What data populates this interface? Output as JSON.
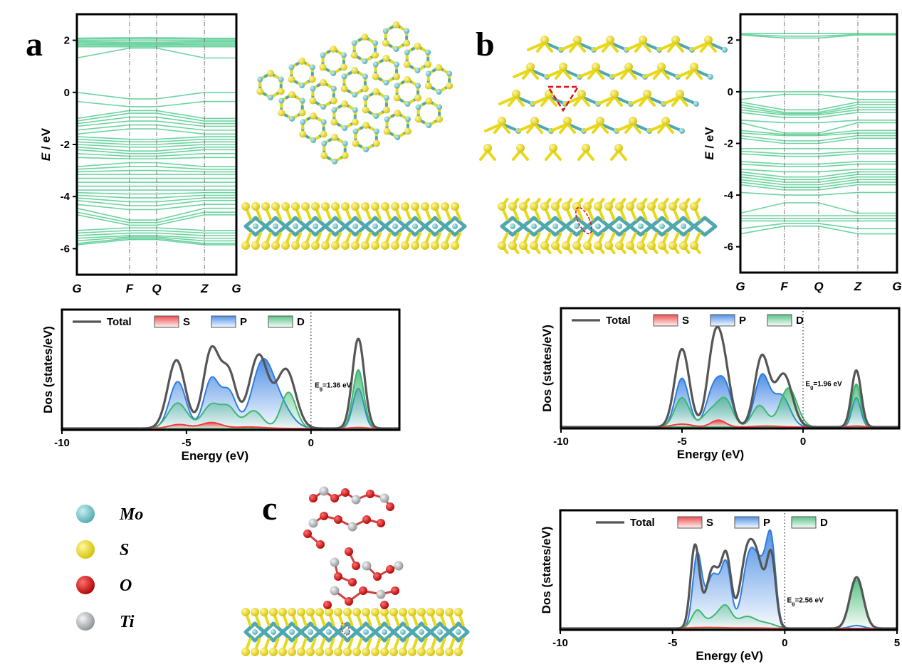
{
  "figure": {
    "panel_labels": [
      "a",
      "b",
      "c"
    ],
    "element_legend": [
      {
        "symbol": "Mo",
        "color": "#6ec6cc"
      },
      {
        "symbol": "S",
        "color": "#f2e21a"
      },
      {
        "symbol": "O",
        "color": "#e01010"
      },
      {
        "symbol": "Ti",
        "color": "#c4c8cc"
      }
    ],
    "colors": {
      "band": "#6dd3a0",
      "total": "#555555",
      "s": "#ee3b3b",
      "p": "#2f7ce0",
      "d": "#3cb870"
    }
  },
  "chart_data": [
    {
      "id": "band_a",
      "type": "line",
      "title": "",
      "xlabel": "",
      "ylabel": "E / eV",
      "ylabel_italic_part": "E",
      "ylabel_rest": " / eV",
      "ylim": [
        -7,
        3
      ],
      "yticks": [
        2,
        0,
        -2,
        -4,
        -6
      ],
      "kpoints": [
        "G",
        "F",
        "Q",
        "Z",
        "G"
      ],
      "kpoint_positions": [
        0,
        0.33,
        0.5,
        0.8,
        1.0
      ],
      "grid": false,
      "conduction_bands_ev": [
        2.08,
        2.05,
        2.0,
        1.95,
        1.9,
        1.85,
        1.8,
        1.75,
        1.32
      ],
      "conduction_bands_at_F": [
        2.1,
        2.05,
        1.98,
        1.92,
        1.88,
        1.84,
        1.8,
        1.75,
        1.7
      ],
      "valence_band_groups": [
        {
          "at_G": [
            0.0,
            -0.35
          ],
          "at_F": [
            -0.25,
            -0.55
          ]
        },
        {
          "at_G": [
            -1.0,
            -1.1,
            -1.2,
            -1.3,
            -1.45,
            -1.6,
            -1.7,
            -1.8,
            -1.9,
            -2.0,
            -2.1,
            -2.2,
            -2.35,
            -2.5
          ],
          "at_F": [
            -0.7,
            -0.8,
            -0.95,
            -1.1,
            -1.25,
            -1.4,
            -1.8,
            -1.9,
            -2.0,
            -2.1,
            -2.25,
            -2.35,
            -2.45,
            -2.55
          ]
        },
        {
          "at_G": [
            -2.85,
            -2.95,
            -3.05,
            -3.15,
            -3.3,
            -3.45,
            -3.6,
            -3.75,
            -3.85,
            -3.95,
            -4.05,
            -4.15,
            -4.3,
            -4.45,
            -4.6,
            -4.7
          ],
          "at_F": [
            -2.7,
            -2.85,
            -3.0,
            -3.15,
            -3.3,
            -3.45,
            -3.6,
            -3.75,
            -3.9,
            -4.05,
            -4.2,
            -4.35,
            -4.5,
            -4.9,
            -5.0,
            -5.1
          ]
        },
        {
          "at_G": [
            -5.3,
            -5.4,
            -5.5,
            -5.6,
            -5.7,
            -5.8,
            -5.85
          ],
          "at_F": [
            -5.2,
            -5.3,
            -5.4,
            -5.5,
            -5.55,
            -5.6,
            -5.65
          ]
        }
      ]
    },
    {
      "id": "band_b",
      "type": "line",
      "title": "",
      "xlabel": "",
      "ylabel": "E / eV",
      "ylabel_italic_part": "E",
      "ylabel_rest": " / eV",
      "ylim": [
        -7,
        3
      ],
      "yticks": [
        2,
        0,
        -2,
        -4,
        -6
      ],
      "kpoints": [
        "G",
        "F",
        "Q",
        "Z",
        "G"
      ],
      "kpoint_positions": [
        0,
        0.28,
        0.5,
        0.75,
        1.0
      ],
      "grid": false,
      "conduction_bands_ev": [
        2.25,
        2.22,
        2.2
      ],
      "conduction_bands_at_F": [
        2.25,
        2.15,
        2.08
      ],
      "valence_band_groups": [
        {
          "at_G": [
            0.0,
            -0.3,
            -0.4,
            -0.5,
            -0.6,
            -0.7,
            -0.8
          ],
          "at_F": [
            0.0,
            -0.1,
            -0.7,
            -0.8,
            -0.85,
            -0.9,
            -1.0
          ]
        },
        {
          "at_G": [
            -1.1,
            -1.2,
            -1.5,
            -1.6,
            -1.7,
            -1.8
          ],
          "at_F": [
            -1.2,
            -1.6,
            -1.65,
            -1.7,
            -1.9,
            -2.0
          ]
        },
        {
          "at_G": [
            -2.2,
            -2.3,
            -2.4,
            -2.7,
            -2.8,
            -3.0,
            -3.1,
            -3.2,
            -3.3,
            -3.4,
            -3.5,
            -3.6
          ],
          "at_F": [
            -2.2,
            -2.4,
            -2.5,
            -2.8,
            -2.9,
            -3.1,
            -3.3,
            -3.4,
            -3.5,
            -3.6,
            -3.7,
            -3.8
          ]
        },
        {
          "at_G": [
            -3.9,
            -4.7,
            -4.8,
            -4.9,
            -5.0,
            -5.3,
            -5.5
          ],
          "at_F": [
            -4.0,
            -4.3,
            -4.8,
            -4.9,
            -5.0,
            -5.1,
            -5.2
          ]
        }
      ]
    },
    {
      "id": "dos_a",
      "type": "area",
      "title": "",
      "xlabel": "Energy (eV)",
      "ylabel": "Dos (states/eV)",
      "xlim": [
        -10,
        3.55
      ],
      "xticks": [
        -10,
        -5,
        0
      ],
      "ylim": [
        0,
        1.0
      ],
      "grid": false,
      "legend": [
        "Total",
        "S",
        "P",
        "D"
      ],
      "legend_placement": "top",
      "fermi_level": 0,
      "annotation": {
        "text_main": "E",
        "text_sub": "g",
        "text_rest": "=1.36 eV",
        "x": 0.15,
        "y": 0.42
      },
      "series": [
        {
          "name": "Total",
          "peaks": [
            [
              -5.4,
              0.7,
              0.35
            ],
            [
              -4.0,
              0.8,
              0.32
            ],
            [
              -3.3,
              0.55,
              0.3
            ],
            [
              -2.1,
              0.75,
              0.38
            ],
            [
              -1.0,
              0.6,
              0.38
            ],
            [
              1.9,
              0.92,
              0.24
            ]
          ],
          "range": [
            -6.2,
            0.4
          ]
        },
        {
          "name": "P",
          "peaks": [
            [
              -5.35,
              0.48,
              0.33
            ],
            [
              -4.0,
              0.5,
              0.3
            ],
            [
              -3.3,
              0.37,
              0.3
            ],
            [
              -2.0,
              0.55,
              0.4
            ],
            [
              -1.4,
              0.3,
              0.5
            ],
            [
              1.9,
              0.41,
              0.22
            ]
          ],
          "range": [
            -6.2,
            0.2
          ]
        },
        {
          "name": "D",
          "peaks": [
            [
              -5.35,
              0.26,
              0.38
            ],
            [
              -4.0,
              0.24,
              0.35
            ],
            [
              -3.3,
              0.2,
              0.3
            ],
            [
              -2.3,
              0.18,
              0.35
            ],
            [
              -0.9,
              0.37,
              0.3
            ],
            [
              1.9,
              0.6,
              0.22
            ]
          ],
          "range": [
            -6.2,
            0.2
          ]
        },
        {
          "name": "S",
          "peaks": [
            [
              -5.3,
              0.04,
              0.4
            ],
            [
              -4.0,
              0.06,
              0.4
            ],
            [
              -2.5,
              0.015,
              0.6
            ],
            [
              1.9,
              0.01,
              0.3
            ]
          ],
          "range": [
            -6.0,
            0.0
          ]
        }
      ]
    },
    {
      "id": "dos_b",
      "type": "area",
      "title": "",
      "xlabel": "Energy (eV)",
      "ylabel": "Dos (states/eV)",
      "xlim": [
        -10,
        3.97
      ],
      "xticks": [
        -10,
        -5,
        0
      ],
      "ylim": [
        0,
        1.0
      ],
      "grid": false,
      "legend": [
        "Total",
        "S",
        "P",
        "D"
      ],
      "legend_placement": "top",
      "fermi_level": 0,
      "annotation": {
        "text_main": "E",
        "text_sub": "g",
        "text_rest": "=1.96 eV",
        "x": 0.1,
        "y": 0.42
      },
      "series": [
        {
          "name": "Total",
          "peaks": [
            [
              -5.0,
              0.8,
              0.3
            ],
            [
              -3.7,
              0.68,
              0.28
            ],
            [
              -3.3,
              0.62,
              0.3
            ],
            [
              -1.7,
              0.72,
              0.3
            ],
            [
              -0.8,
              0.54,
              0.35
            ],
            [
              2.2,
              0.58,
              0.2
            ]
          ],
          "range": [
            -6.0,
            0.5
          ]
        },
        {
          "name": "P",
          "peaks": [
            [
              -5.0,
              0.5,
              0.28
            ],
            [
              -3.7,
              0.38,
              0.3
            ],
            [
              -3.2,
              0.38,
              0.28
            ],
            [
              -1.7,
              0.52,
              0.3
            ],
            [
              -0.9,
              0.32,
              0.35
            ],
            [
              2.2,
              0.3,
              0.18
            ]
          ],
          "range": [
            -6.0,
            0.3
          ]
        },
        {
          "name": "D",
          "peaks": [
            [
              -5.0,
              0.3,
              0.3
            ],
            [
              -3.8,
              0.16,
              0.35
            ],
            [
              -3.2,
              0.26,
              0.3
            ],
            [
              -1.8,
              0.22,
              0.3
            ],
            [
              -0.6,
              0.4,
              0.35
            ],
            [
              2.2,
              0.44,
              0.18
            ]
          ],
          "range": [
            -6.0,
            0.4
          ]
        },
        {
          "name": "S",
          "peaks": [
            [
              -5.0,
              0.03,
              0.4
            ],
            [
              -3.5,
              0.07,
              0.3
            ],
            [
              -1.5,
              0.01,
              0.5
            ],
            [
              2.2,
              0.01,
              0.3
            ]
          ],
          "range": [
            -5.8,
            0.0
          ]
        }
      ]
    },
    {
      "id": "dos_c",
      "type": "area",
      "title": "",
      "xlabel": "Energy (eV)",
      "ylabel": "Dos (states/eV)",
      "xlim": [
        -10,
        5
      ],
      "xticks": [
        -10,
        -5,
        0,
        5
      ],
      "ylim": [
        0,
        1.0
      ],
      "grid": false,
      "legend": [
        "Total",
        "S",
        "P",
        "D"
      ],
      "legend_placement": "top",
      "fermi_level": 0,
      "annotation": {
        "text_main": "E",
        "text_sub": "g",
        "text_rest": "=2.56 eV",
        "x": 0.1,
        "y": 0.27
      },
      "series": [
        {
          "name": "Total",
          "peaks": [
            [
              -4.0,
              0.85,
              0.2
            ],
            [
              -3.2,
              0.62,
              0.3
            ],
            [
              -2.6,
              0.7,
              0.22
            ],
            [
              -1.7,
              0.7,
              0.3
            ],
            [
              -1.2,
              0.6,
              0.3
            ],
            [
              -0.6,
              0.72,
              0.2
            ],
            [
              3.2,
              0.53,
              0.3
            ]
          ],
          "range": [
            -4.6,
            0.3
          ]
        },
        {
          "name": "P",
          "peaks": [
            [
              -3.9,
              0.75,
              0.2
            ],
            [
              -3.2,
              0.55,
              0.3
            ],
            [
              -2.6,
              0.62,
              0.22
            ],
            [
              -1.6,
              0.66,
              0.3
            ],
            [
              -1.0,
              0.58,
              0.35
            ],
            [
              -0.6,
              0.68,
              0.2
            ],
            [
              3.2,
              0.03,
              0.3
            ]
          ],
          "range": [
            -4.6,
            0.2
          ]
        },
        {
          "name": "D",
          "peaks": [
            [
              -3.9,
              0.18,
              0.25
            ],
            [
              -3.0,
              0.13,
              0.4
            ],
            [
              -2.6,
              0.15,
              0.25
            ],
            [
              -1.7,
              0.12,
              0.4
            ],
            [
              -0.8,
              0.05,
              0.4
            ],
            [
              3.2,
              0.5,
              0.3
            ]
          ],
          "range": [
            -4.6,
            0.1
          ]
        },
        {
          "name": "S",
          "peaks": [
            [
              -3.5,
              0.01,
              0.8
            ],
            [
              -1.5,
              0.005,
              0.8
            ]
          ],
          "range": [
            -4.2,
            -0.8
          ]
        }
      ]
    }
  ]
}
